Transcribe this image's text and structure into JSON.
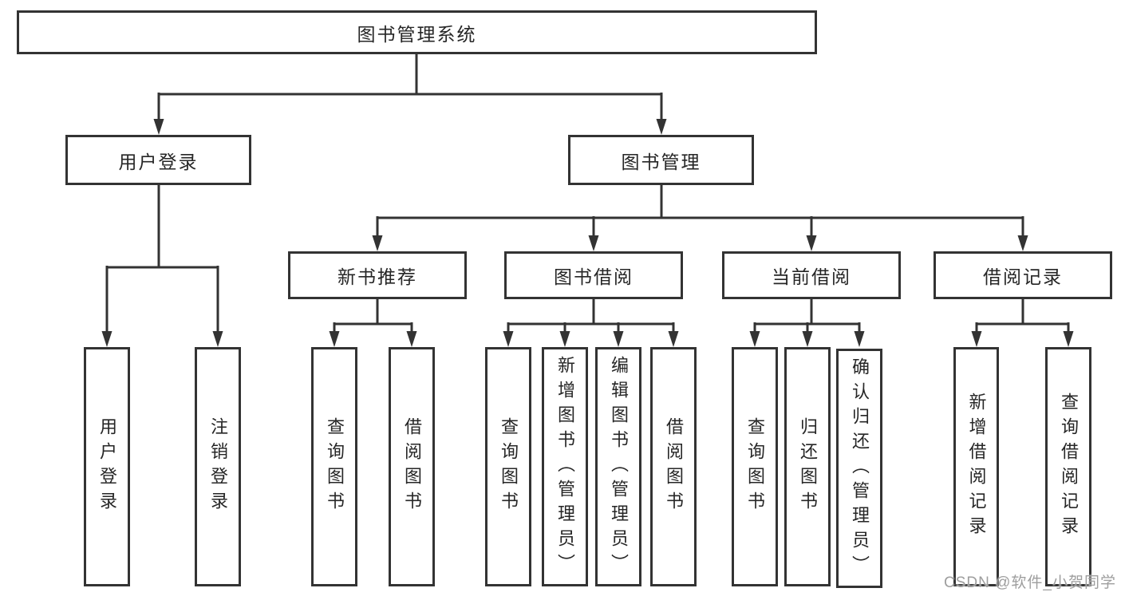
{
  "diagram": {
    "root": {
      "label": "图书管理系统"
    },
    "branches": [
      {
        "label": "用户登录",
        "children": [
          "用户登录",
          "注销登录"
        ]
      },
      {
        "label": "图书管理",
        "sections": [
          {
            "label": "新书推荐",
            "children": [
              "查询图书",
              "借阅图书"
            ]
          },
          {
            "label": "图书借阅",
            "children": [
              "查询图书",
              "新增图书（管理员）",
              "编辑图书（管理员）",
              "借阅图书"
            ]
          },
          {
            "label": "当前借阅",
            "children": [
              "查询图书",
              "归还图书",
              "确认归还（管理员）"
            ]
          },
          {
            "label": "借阅记录",
            "children": [
              "新增借阅记录",
              "查询借阅记录"
            ]
          }
        ]
      }
    ]
  },
  "watermark": {
    "text": "CSDN @软件_小贺同学"
  },
  "colors": {
    "line": "#333333",
    "text": "#262626",
    "background": "#ffffff",
    "watermark": "#9e9e9e"
  }
}
